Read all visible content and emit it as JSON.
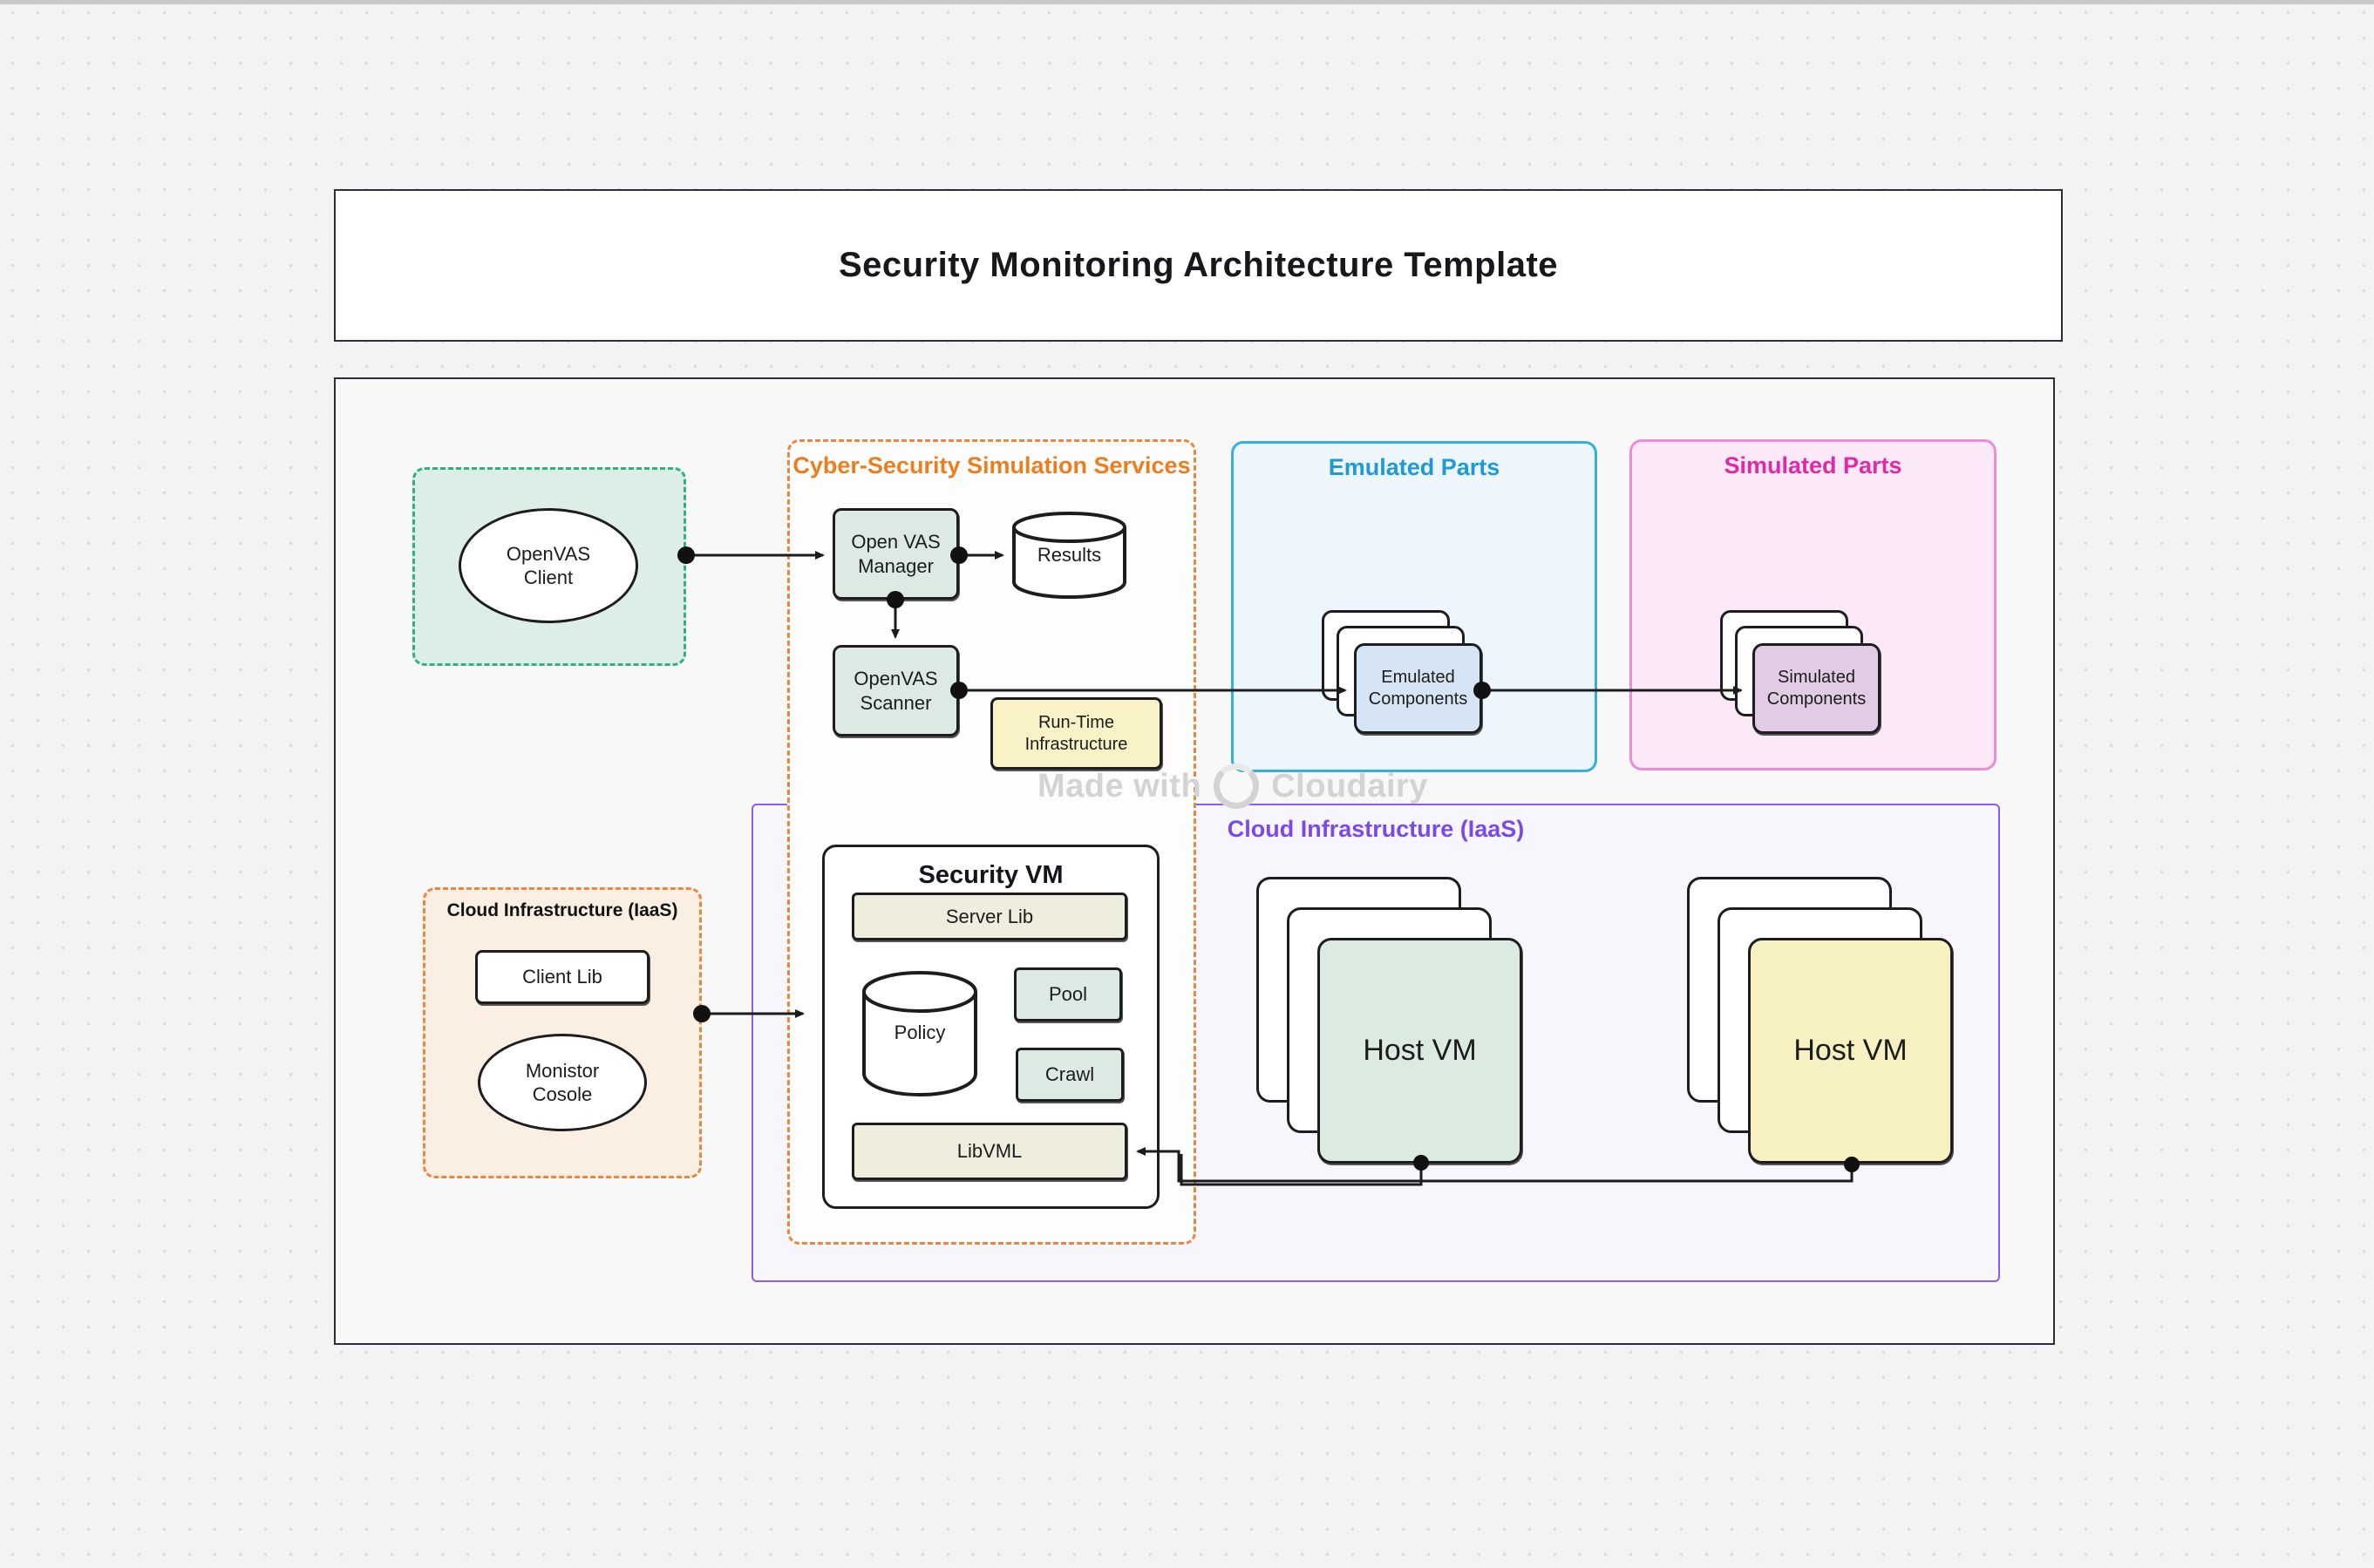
{
  "title_bar": {
    "text": "Security Monitoring Architecture Template"
  },
  "watermark": {
    "prefix": "Made with",
    "brand": "Cloudairy",
    "logo_icon": "cloudairy-ring-icon"
  },
  "client_group": {
    "client_label": "OpenVAS\nClient"
  },
  "cyber_group": {
    "title": "Cyber-Security Simulation Services",
    "manager": "Open VAS\nManager",
    "results": "Results",
    "scanner": "OpenVAS\nScanner",
    "runtime": "Run-Time\nInfrastructure"
  },
  "emulated_group": {
    "title": "Emulated Parts",
    "component": "Emulated\nComponents"
  },
  "simulated_group": {
    "title": "Simulated Parts",
    "component": "Simulated\nComponents"
  },
  "cloud_group": {
    "title": "Cloud Infrastructure (IaaS)",
    "security_vm_title": "Security VM",
    "server_lib": "Server Lib",
    "policy": "Policy",
    "pool": "Pool",
    "crawl": "Crawl",
    "libvml": "LibVML",
    "host_vm_left": "Host VM",
    "host_vm_right": "Host VM"
  },
  "iaas_client_group": {
    "title": "Cloud Infrastructure (IaaS)",
    "client_lib": "Client Lib",
    "monitor_console": "Monistor\nCosole"
  },
  "colors": {
    "canvas_bg": "#f3f3f3",
    "frame_fill": "#f8f8f8",
    "orange_accent": "#ee7d1e",
    "orange_dash": "#e9863f",
    "green_dash": "#2fb183",
    "blue_accent": "#1f9ad6",
    "pink_accent": "#e028a8",
    "purple_accent": "#7b49e8",
    "mint_fill": "#dceae3",
    "yellow_fill": "#f8f2c6",
    "beige_fill": "#eeedde",
    "blue_card_fill": "#d6e5f6",
    "plum_card_fill": "#e2cbe4",
    "line_color": "#1c1c1c"
  }
}
